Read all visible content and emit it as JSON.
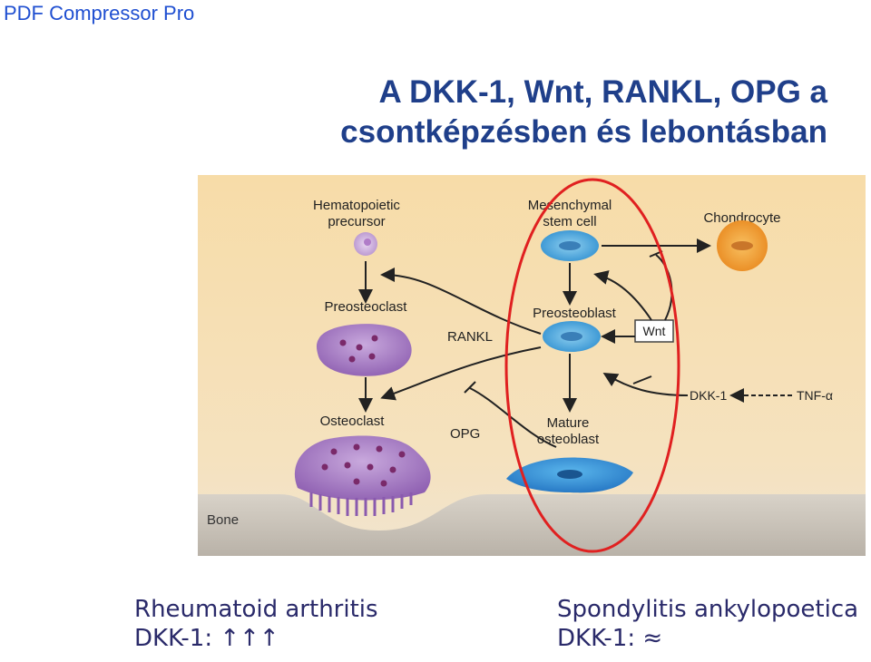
{
  "watermark": "PDF Compressor Pro",
  "title": {
    "line1": "A DKK-1, Wnt, RANKL, OPG a",
    "line2": "csontképzésben és lebontásban"
  },
  "diagram": {
    "hematopoietic": "Hematopoietic",
    "precursor": "precursor",
    "mesenchymal": "Mesenchymal",
    "stem_cell": "stem cell",
    "chondrocyte": "Chondrocyte",
    "preosteoclast": "Preosteoclast",
    "preosteoblast": "Preosteoblast",
    "rankl": "RANKL",
    "wnt": "Wnt",
    "dkk1": "DKK-1",
    "tnf": "TNF-α",
    "opg": "OPG",
    "osteoclast": "Osteoclast",
    "mature": "Mature",
    "osteoblast": "osteoblast",
    "bone": "Bone"
  },
  "captions": {
    "left_title": "Rheumatoid arthritis",
    "left_value": "DKK-1: ↑↑↑",
    "right_title": "Spondylitis ankylopoetica",
    "right_value": "DKK-1: ≈"
  },
  "colors": {
    "title": "#1f3f8a",
    "watermark": "#1f4fd1",
    "highlight_ring": "#e02020"
  }
}
